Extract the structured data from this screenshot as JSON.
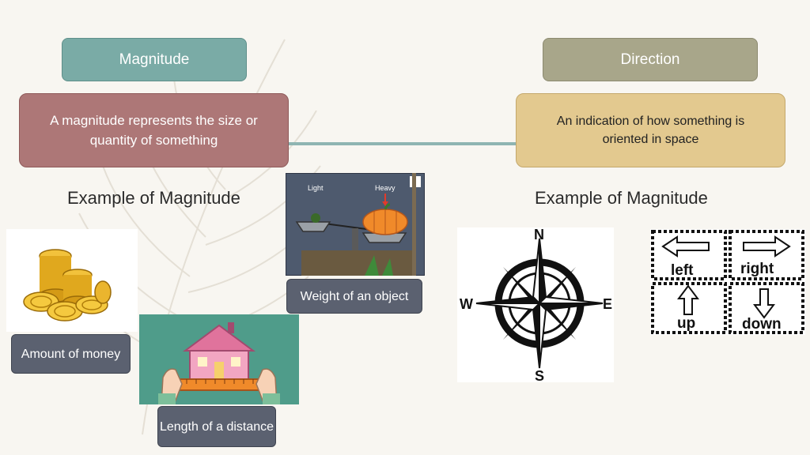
{
  "magnitude": {
    "header": "Magnitude",
    "description": "A magnitude represents the size or quantity of something",
    "example_heading": "Example of Magnitude",
    "examples": [
      {
        "caption": "Amount of money"
      },
      {
        "caption": "Length of a distance"
      },
      {
        "caption": "Weight of an object",
        "scale_left_label": "Light",
        "scale_right_label": "Heavy"
      }
    ]
  },
  "direction": {
    "header": "Direction",
    "description": "An indication of how something is oriented in space",
    "example_heading": "Example of Magnitude",
    "compass": {
      "n": "N",
      "e": "E",
      "s": "S",
      "w": "W"
    },
    "arrows": {
      "left": "left",
      "right": "right",
      "up": "up",
      "down": "down"
    }
  },
  "colors": {
    "magnitude_header": "#7aaba6",
    "magnitude_desc": "#ad7777",
    "direction_header": "#a8a68a",
    "direction_desc": "#e3c98f",
    "caption_box": "#5b6170"
  }
}
